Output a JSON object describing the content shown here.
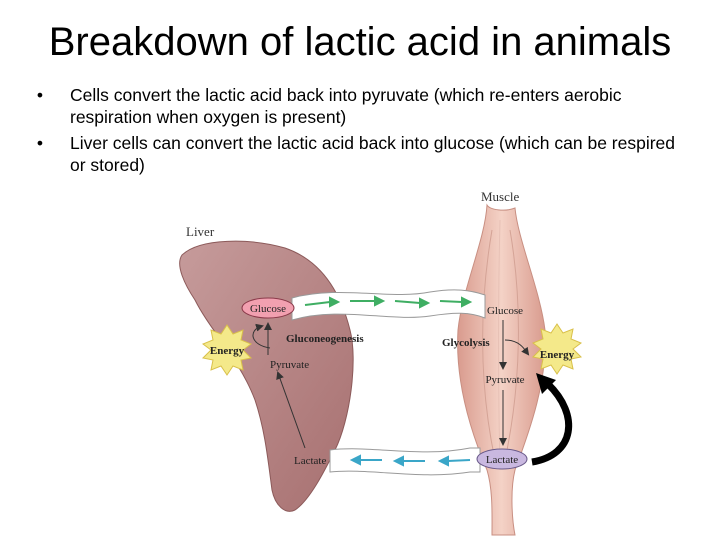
{
  "slide": {
    "title": "Breakdown of lactic acid in animals",
    "bullets": [
      "Cells convert the lactic acid back into pyruvate (which re-enters aerobic respiration when oxygen is present)",
      "Liver cells can convert the lactic acid back into glucose (which can be respired or stored)"
    ]
  },
  "diagram": {
    "muscle_label": "Muscle",
    "liver_label": "Liver",
    "liver_glucose": "Glucose",
    "muscle_glucose": "Glucose",
    "gluconeogenesis": "Gluconeogenesis",
    "glycolysis": "Glycolysis",
    "energy_left": "Energy",
    "energy_right": "Energy",
    "liver_pyruvate": "Pyruvate",
    "muscle_pyruvate": "Pyruvate",
    "liver_lactate": "Lactate",
    "muscle_lactate": "Lactate"
  },
  "colors": {
    "liver": "#b98585",
    "muscle": "#e8bfb2",
    "glucose_oval": "#f2a0b0",
    "lactate_oval": "#c9b8e0",
    "energy_star": "#f4e98a",
    "green_arrows": "#3fae63",
    "blue_arrows": "#3aa6c8"
  }
}
